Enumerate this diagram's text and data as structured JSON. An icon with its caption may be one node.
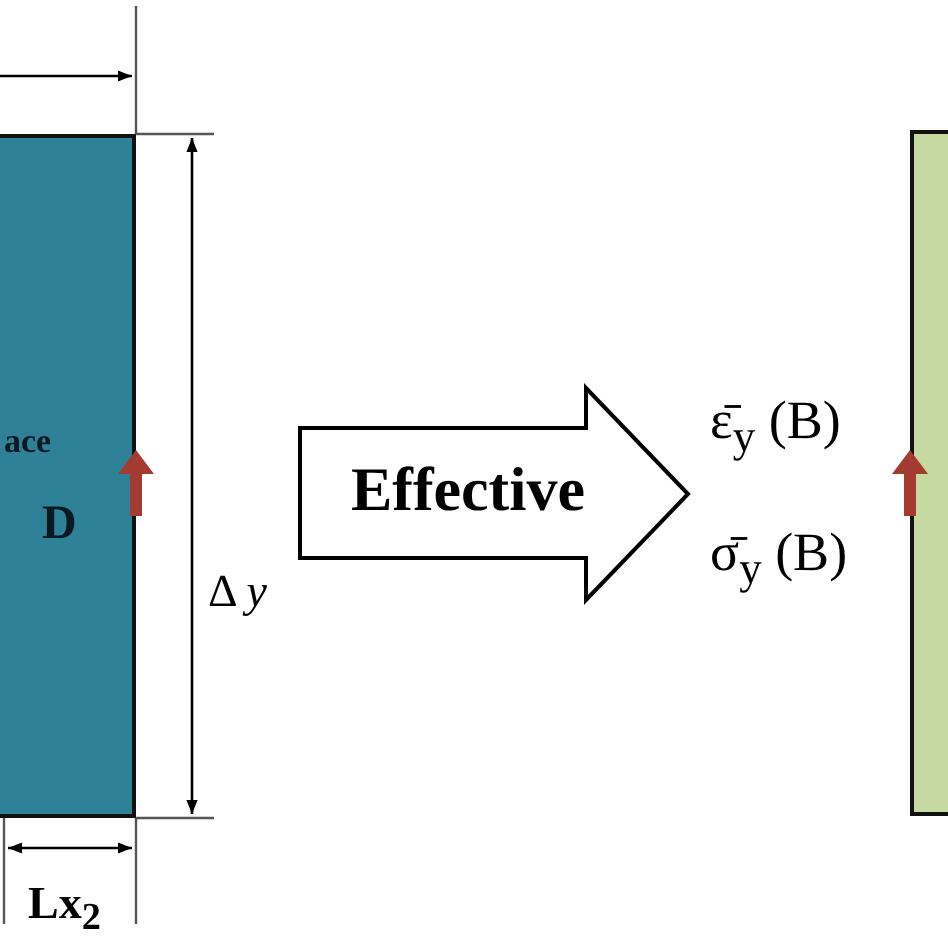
{
  "diagram": {
    "nodes": [
      {
        "text": [
          "ace",
          "D"
        ]
      },
      {
        "text": [
          "Effective"
        ]
      },
      {
        "text": [],
        "shape": "box"
      }
    ],
    "labels": [
      "Δ *y*",
      "Lx$_{2}$",
      "ε̄$_{y}$ (B)",
      "σ̄$_{y}$ (B)"
    ]
  }
}
